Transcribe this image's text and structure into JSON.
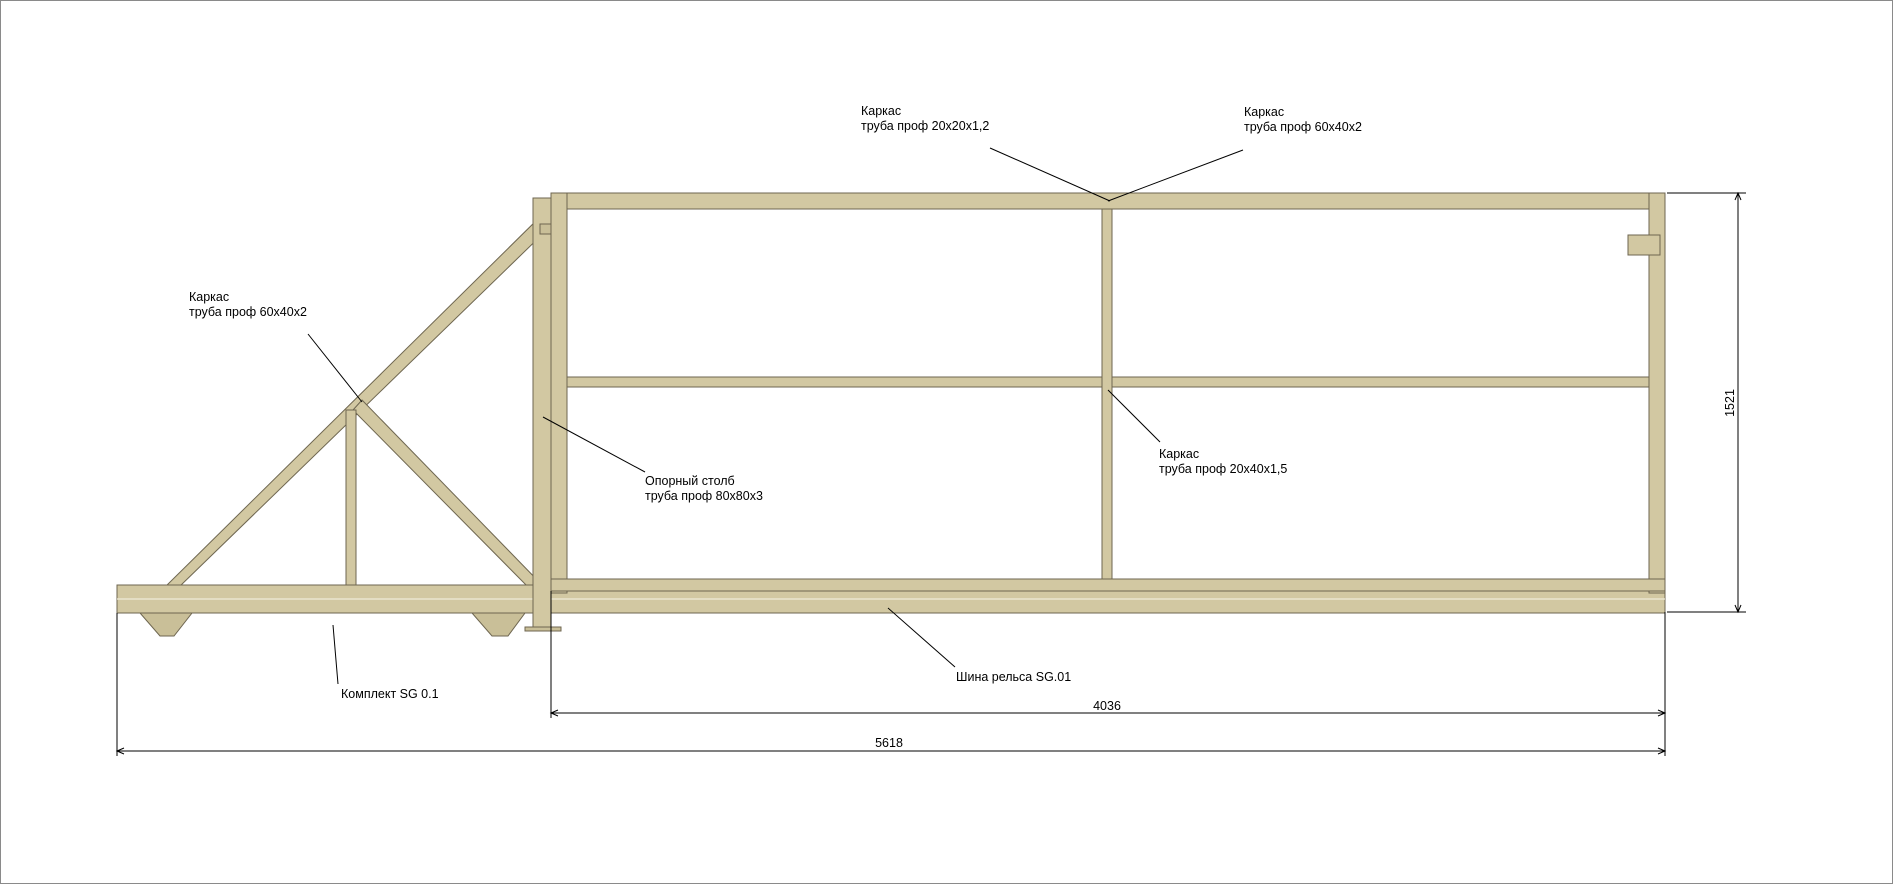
{
  "colors": {
    "frame_fill": "#d2c8a2",
    "frame_edge": "#6e6650",
    "inner_line": "#f0ebd8",
    "ink": "#000000",
    "border": "#8a8a8a"
  },
  "labels": {
    "frame_top_left": {
      "line1": "Каркас",
      "line2": "труба проф 20х20х1,2"
    },
    "frame_top_right": {
      "line1": "Каркас",
      "line2": "труба проф 60х40х2"
    },
    "counterweight": {
      "line1": "Каркас",
      "line2": "труба проф 60х40х2"
    },
    "support_post": {
      "line1": "Опорный столб",
      "line2": "труба проф 80х80х3"
    },
    "frame_middle": {
      "line1": "Каркас",
      "line2": "труба проф 20х40х1,5"
    },
    "roller_kit": {
      "line1": "Комплект SG 0.1"
    },
    "rail": {
      "line1": "Шина рельса SG.01"
    }
  },
  "dimensions": {
    "height": "1521",
    "gate_width": "4036",
    "total_width": "5618"
  }
}
